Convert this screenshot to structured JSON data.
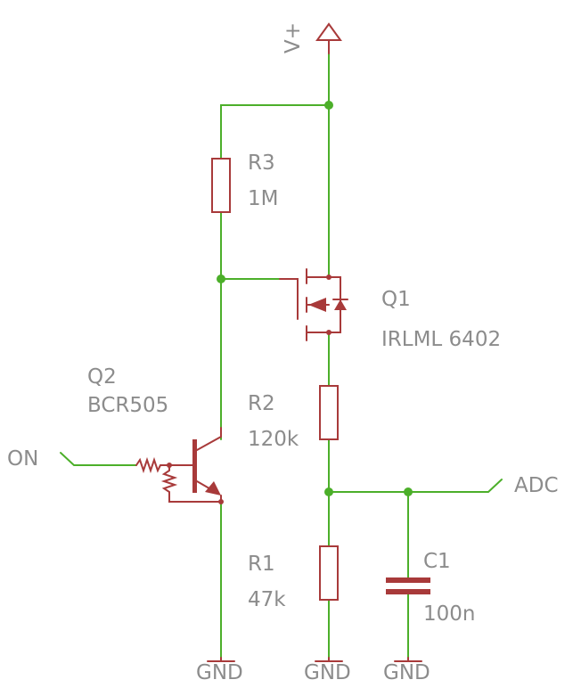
{
  "supply": {
    "label": "V+"
  },
  "components": {
    "r3": {
      "ref": "R3",
      "value": "1M"
    },
    "q1": {
      "ref": "Q1",
      "value": "IRLML 6402"
    },
    "q2": {
      "ref": "Q2",
      "value": "BCR505"
    },
    "r2": {
      "ref": "R2",
      "value": "120k"
    },
    "r1": {
      "ref": "R1",
      "value": "47k"
    },
    "c1": {
      "ref": "C1",
      "value": "100n"
    }
  },
  "nets": {
    "on": "ON",
    "adc": "ADC",
    "gnd1": "GND",
    "gnd2": "GND",
    "gnd3": "GND"
  },
  "colors": {
    "wire": "#4caf2a",
    "component": "#a83a3a",
    "label": "#8c8c8c",
    "background": "#ffffff"
  }
}
